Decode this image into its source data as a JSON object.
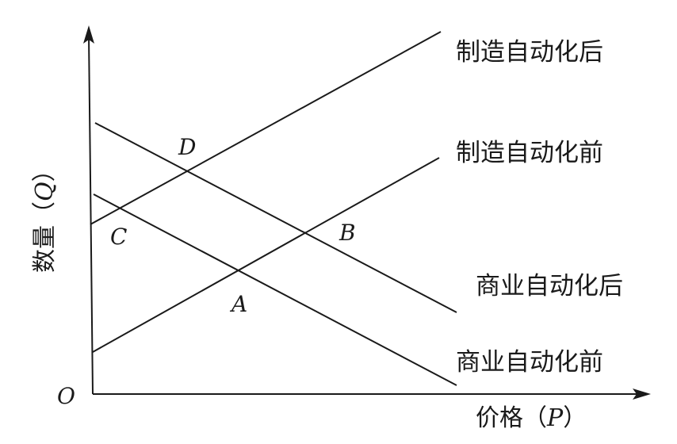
{
  "axes": {
    "origin_label": "O",
    "x_axis": {
      "prefix": "价格（",
      "variable": "P",
      "suffix": "）"
    },
    "y_axis": {
      "prefix": "数量（",
      "variable": "Q",
      "suffix": "）"
    }
  },
  "lines": {
    "manufacturing_after": "制造自动化后",
    "manufacturing_before": "制造自动化前",
    "commerce_after": "商业自动化后",
    "commerce_before": "商业自动化前"
  },
  "points": {
    "A": "A",
    "B": "B",
    "C": "C",
    "D": "D"
  }
}
